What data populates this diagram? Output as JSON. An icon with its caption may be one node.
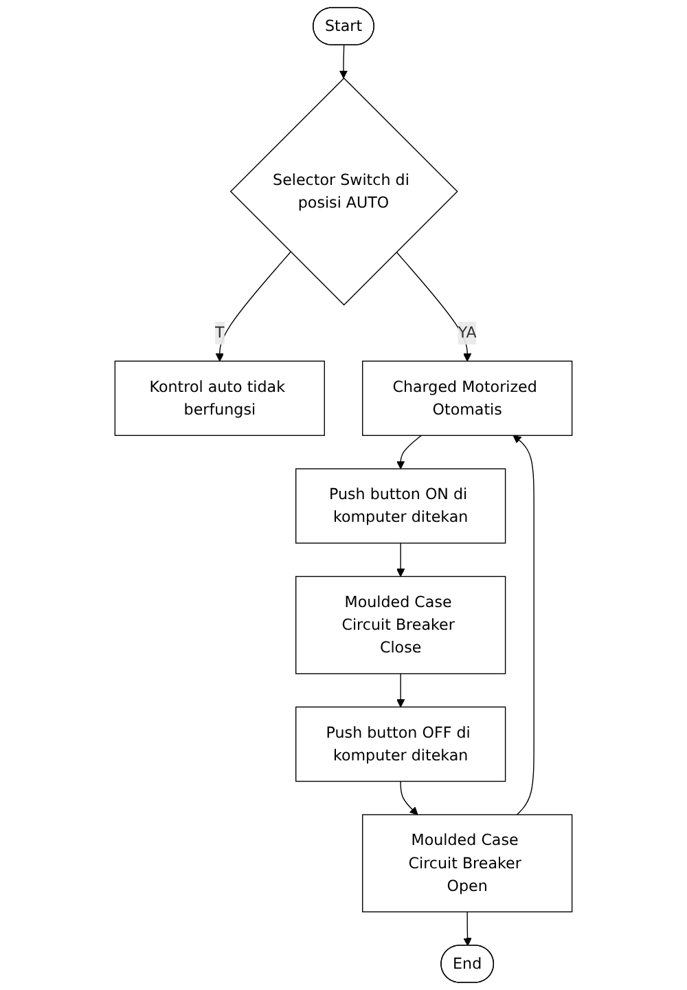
{
  "diagram": {
    "nodes": [
      {
        "text": [
          "Start"
        ]
      },
      {
        "text": [
          "Selector Switch di posisi AUTO"
        ]
      },
      {
        "text": [
          "Kontrol auto tidak berfungsi"
        ]
      },
      {
        "text": [
          "Charged Motorized Otomatis"
        ]
      },
      {
        "text": [
          "Push button ON di komputer ditekan"
        ]
      },
      {
        "text": [
          "Moulded Case Circuit Breaker Close"
        ]
      },
      {
        "text": [
          "Push button OFF di komputer ditekan"
        ]
      },
      {
        "text": [
          "Moulded Case Circuit Breaker Open"
        ]
      },
      {
        "text": [
          "End"
        ]
      }
    ],
    "edges": [
      {
        "from": 0,
        "to": 1,
        "arrow": "to"
      },
      {
        "from": 1,
        "to": 2,
        "label": "T",
        "arrow": "to"
      },
      {
        "from": 1,
        "to": 3,
        "label": "YA",
        "arrow": "to"
      },
      {
        "from": 3,
        "to": 4,
        "arrow": "to"
      },
      {
        "from": 4,
        "to": 5,
        "arrow": "to"
      },
      {
        "from": 5,
        "to": 6,
        "arrow": "to"
      },
      {
        "from": 6,
        "to": 7,
        "arrow": "to"
      },
      {
        "from": 7,
        "to": 8,
        "arrow": "to"
      },
      {
        "from": 7,
        "to": 3,
        "arrow": "to"
      }
    ]
  }
}
